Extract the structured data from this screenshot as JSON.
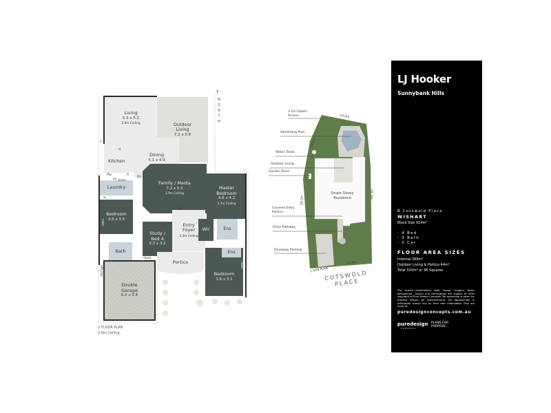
{
  "floor_plan": {
    "rooms": [
      {
        "name": "Living",
        "dims": "5.3 x 5.2",
        "ceiling": "2.9m Ceiling"
      },
      {
        "name": "Outdoor\nLiving",
        "dims": "7.2 x 5.8"
      },
      {
        "name": "Dining",
        "dims": "5.1 x 4.9"
      },
      {
        "name": "Kitchen"
      },
      {
        "name": "Laundry"
      },
      {
        "name": "Family / Media",
        "dims": "7.2 x 5.1",
        "ceiling": "2.9m Ceiling"
      },
      {
        "name": "Master\nBedroom",
        "dims": "4.6 x 4.2",
        "ceiling": "2.7m Ceiling"
      },
      {
        "name": "Bedroom",
        "dims": "3.6 x 3.5"
      },
      {
        "name": "Entry\nFoyer",
        "ceiling": "3.3m Ceiling"
      },
      {
        "name": "Study /\nBed 4",
        "dims": "3.3 x 3.2"
      },
      {
        "name": "Bath"
      },
      {
        "name": "Portico"
      },
      {
        "name": "Double\nGarage",
        "dims": "6.0 x 5.6"
      },
      {
        "name": "Bedroom",
        "dims": "3.6 x 3.1"
      },
      {
        "name": "Wir"
      },
      {
        "name": "Ens"
      },
      {
        "name": "Ens"
      }
    ],
    "small_labels": {
      "pty": "Pty",
      "linen": "linen",
      "dn1": "Dn",
      "dn2": "Dn",
      "robe1": "robe",
      "robe2": "robe",
      "store": "store",
      "storage": "storage",
      "w": "w",
      "ov": "ov",
      "fr": "fr",
      "d": "d",
      "h": "h"
    },
    "north": "NORTH",
    "caption": "// FLOOR PLAN",
    "ceiling_note": "2.6m Ceiling"
  },
  "site_plan": {
    "labels": [
      "3.1m Gated\nAccess",
      "Swimming Pool",
      "Water Tanks",
      "Outdoor Living",
      "Garden Shed",
      "Covered Entry\nPortico",
      "Entry Pathway",
      "Driveway Parking"
    ],
    "residence": "Single Storey\nResidence",
    "dims": {
      "top": "14.0m",
      "left_upper": "22.5m",
      "left": "29.1m",
      "right": "42.1m",
      "bottom": "20.2m"
    },
    "caption": "// SITE PLAN",
    "street": "COTSWOLD\nPLACE"
  },
  "panel": {
    "brand": "LJ Hooker",
    "office": "Sunnybank Hills",
    "address": "8 Cotswold Place",
    "suburb": "WISHART",
    "block": "Block Size  914m²",
    "features": [
      "- 4 Bed",
      "- 3 Bath",
      "- 2 Car"
    ],
    "area_heading": "FLOOR AREA SIZES",
    "areas": [
      "Internal 289m²",
      "Outdoor Living & Portico 44m²",
      "Total 333m² or 36 Squares"
    ],
    "disclaimer": "The overall presentation style, layout, imagery, fonts, background, colours and terminology are subject to strict copyright of Pure Design Concepts. No ownership is taken for building design. All measurements are approximate & individuals should rely on their own information. Find out more at:",
    "website": "puredesignconcepts.com.au",
    "logo": "puredesign",
    "logo_sub": "CONCEPTS",
    "tagline": "PLANS FOR\nPURPOSE..."
  },
  "colors": {
    "panel": "#000000",
    "dark_room": "#4c5853",
    "grass": "#5f7d4a"
  }
}
